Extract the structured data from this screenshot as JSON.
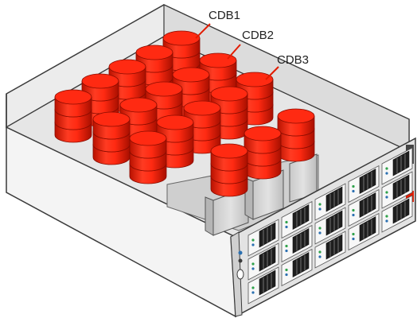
{
  "labels": {
    "cdb1": "CDB1",
    "cdb2": "CDB2",
    "cdb3": "CDB3"
  },
  "colors": {
    "database_red": "#ff2a12",
    "database_dark": "#c41400",
    "chassis_light": "#f2f2f2",
    "chassis_mid": "#d6d6d6",
    "faceplate": "#e3e3e3",
    "outline": "#3a3a3a",
    "accent_red": "#e21b00"
  }
}
